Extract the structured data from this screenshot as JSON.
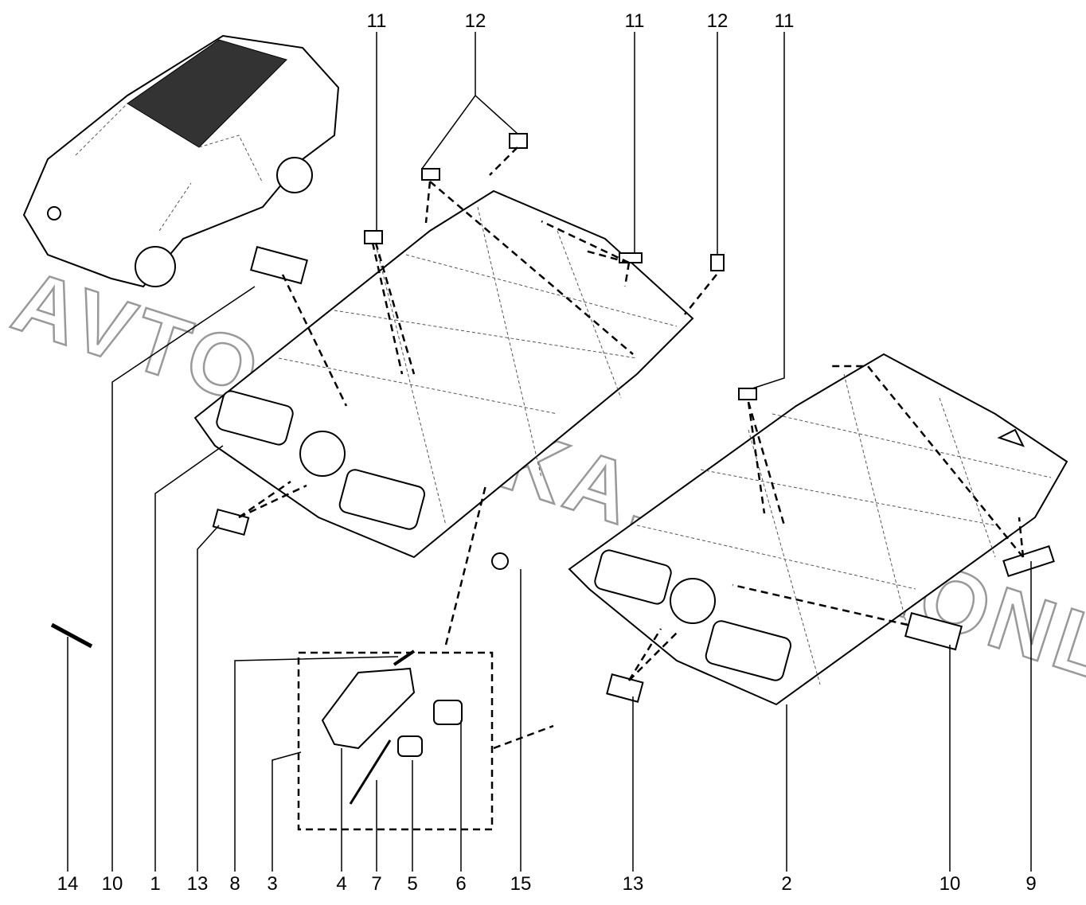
{
  "watermark": "AVTOSKAZKA.ACAT.ONLINE",
  "callouts_top": [
    "11",
    "12",
    "11",
    "12",
    "11"
  ],
  "callouts_bottom": [
    "14",
    "10",
    "1",
    "13",
    "8",
    "3",
    "4",
    "7",
    "5",
    "6",
    "15",
    "13",
    "2",
    "10",
    "9"
  ]
}
